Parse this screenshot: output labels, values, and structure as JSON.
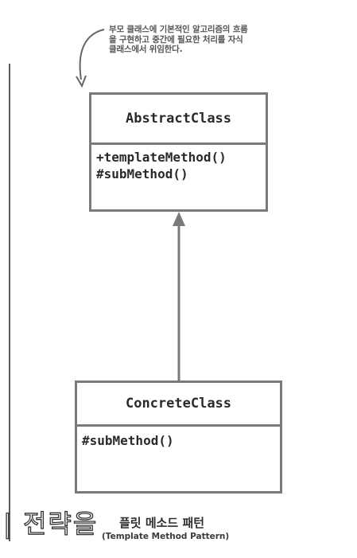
{
  "annotation": {
    "lines": [
      "부모 클래스에 기본적인 알고리즘의 흐름",
      "을 구현하고 중간에 필요한 처리를 자식",
      "클래스에서 위임한다."
    ]
  },
  "classes": {
    "abstract": {
      "name": "AbstractClass",
      "methods": [
        "+templateMethod()",
        "#subMethod()"
      ]
    },
    "concrete": {
      "name": "ConcreteClass",
      "methods": [
        "#subMethod()"
      ]
    }
  },
  "relationship": {
    "type": "inheritance",
    "from": "ConcreteClass",
    "to": "AbstractClass"
  },
  "caption": {
    "overlay_text": "| 전략을",
    "title": "플릿 메소드 패턴",
    "subtitle": "(Template Method Pattern)"
  },
  "colors": {
    "border": "#7a7a7a",
    "text": "#2a2a2a",
    "annotation": "#555555",
    "background": "#ffffff"
  }
}
